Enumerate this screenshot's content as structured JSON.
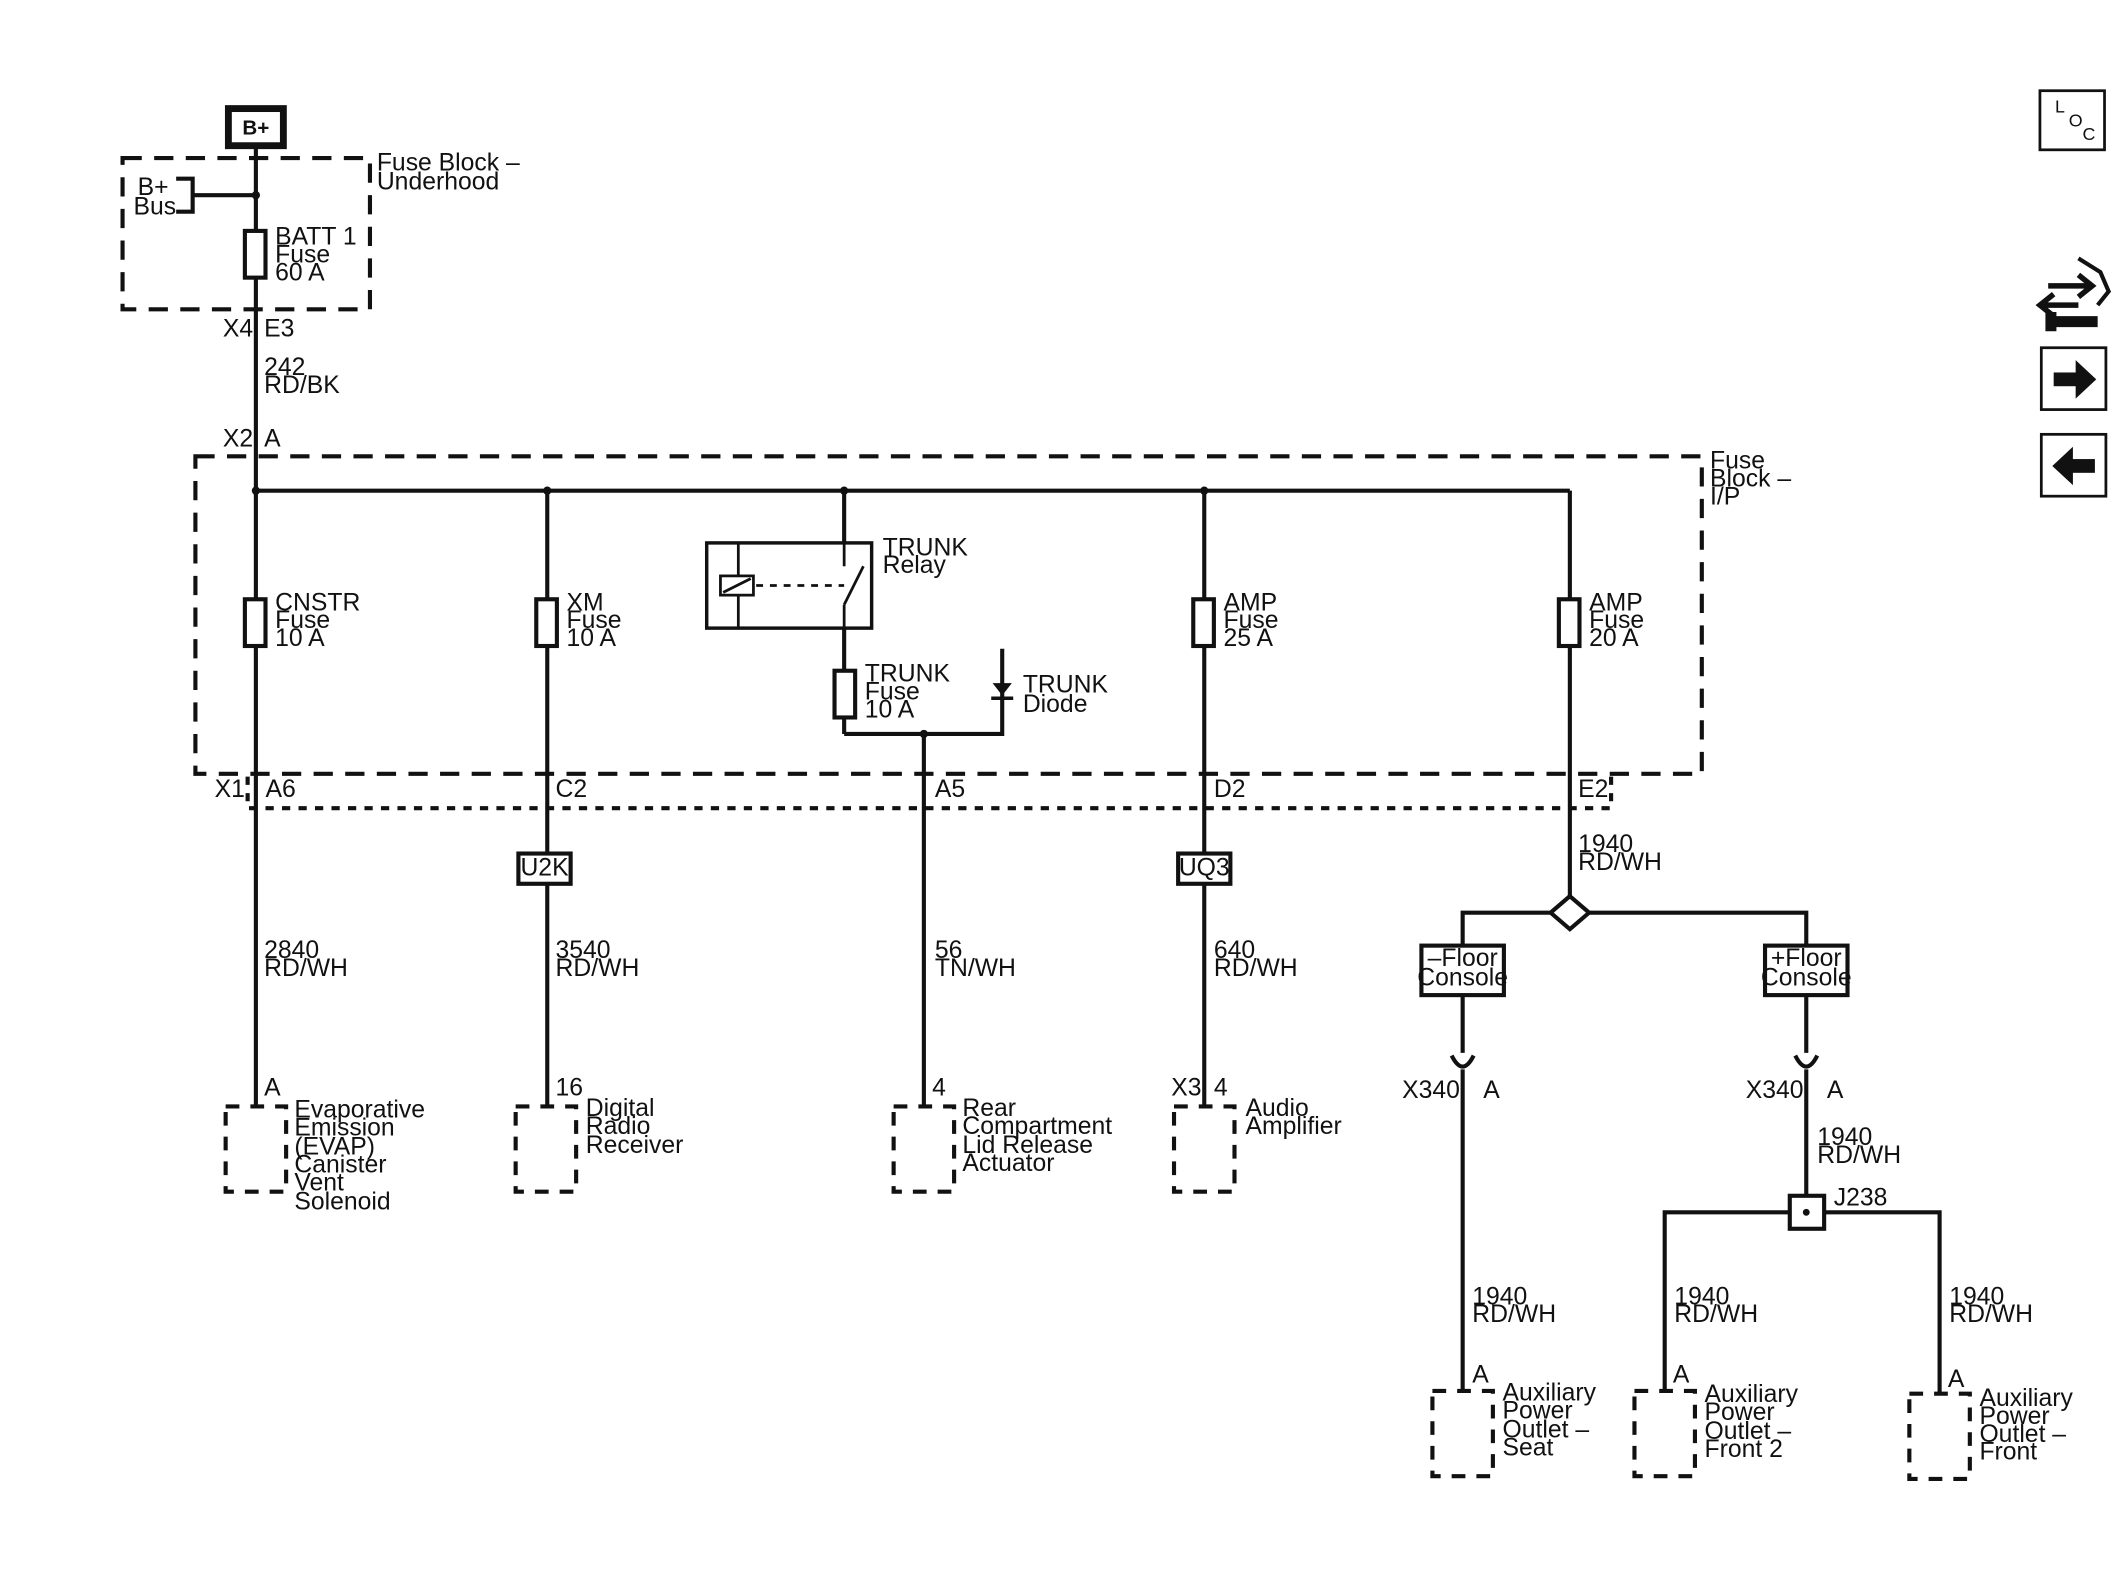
{
  "power": {
    "label": "B+"
  },
  "bus": {
    "label_1": "B+",
    "label_2": "Bus"
  },
  "underhood": {
    "label_1": "Fuse Block –",
    "label_2": "Underhood",
    "fuse": {
      "name": "BATT 1",
      "word": "Fuse",
      "rating": "60 A"
    },
    "connector": "X4",
    "pin": "E3"
  },
  "wire_242": {
    "circuit": "242",
    "color": "RD/BK"
  },
  "ip_block": {
    "label_1": "Fuse",
    "label_2": "Block –",
    "label_3": "I/P",
    "in_connector": "X2",
    "in_pin": "A",
    "out_connector": "X1"
  },
  "branches": [
    {
      "fuse": "CNSTR",
      "word": "Fuse",
      "rating": "10 A",
      "pin": "A6",
      "circuit": "2840",
      "color": "RD/WH",
      "term": "A",
      "load": [
        "Evaporative",
        "Emission",
        "(EVAP)",
        "Canister",
        "Vent",
        "Solenoid"
      ]
    },
    {
      "fuse": "XM",
      "word": "Fuse",
      "rating": "10 A",
      "pin": "C2",
      "option": "U2K",
      "circuit": "3540",
      "color": "RD/WH",
      "term": "16",
      "load": [
        "Digital",
        "Radio",
        "Receiver"
      ]
    },
    {
      "relay": "TRUNK",
      "relay_word": "Relay",
      "fuse": "TRUNK",
      "word": "Fuse",
      "rating": "10 A",
      "diode": "TRUNK",
      "diode_word": "Diode",
      "pin": "A5",
      "circuit": "56",
      "color": "TN/WH",
      "term": "4",
      "load": [
        "Rear",
        "Compartment",
        "Lid Release",
        "Actuator"
      ]
    },
    {
      "fuse": "AMP",
      "word": "Fuse",
      "rating": "25 A",
      "pin": "D2",
      "option": "UQ3",
      "circuit": "640",
      "color": "RD/WH",
      "connector": "X3",
      "term": "4",
      "load": [
        "Audio",
        "Amplifier"
      ]
    },
    {
      "fuse": "AMP",
      "word": "Fuse",
      "rating": "20 A",
      "pin": "E2",
      "circuit": "1940",
      "color": "RD/WH"
    }
  ],
  "floor_console": {
    "minus": [
      "–Floor",
      "Console"
    ],
    "plus": [
      "+Floor",
      "Console"
    ],
    "inline_connector": "X340",
    "inline_pin": "A",
    "splice": "J238",
    "after_connector": {
      "circuit": "1940",
      "color": "RD/WH"
    },
    "outlets": [
      {
        "circuit": "1940",
        "color": "RD/WH",
        "term": "A",
        "name": [
          "Auxiliary",
          "Power",
          "Outlet –",
          "Seat"
        ]
      },
      {
        "circuit": "1940",
        "color": "RD/WH",
        "term": "A",
        "name": [
          "Auxiliary",
          "Power",
          "Outlet –",
          "Front 2"
        ]
      },
      {
        "circuit": "1940",
        "color": "RD/WH",
        "term": "A",
        "name": [
          "Auxiliary",
          "Power",
          "Outlet –",
          "Front"
        ]
      }
    ]
  },
  "nav": {
    "loc": {
      "l": "L",
      "o": "O",
      "c": "C"
    },
    "forward_icon": "arrow-right-icon",
    "back_icon": "arrow-left-icon",
    "tool_icon": "connector-tool-icon"
  }
}
